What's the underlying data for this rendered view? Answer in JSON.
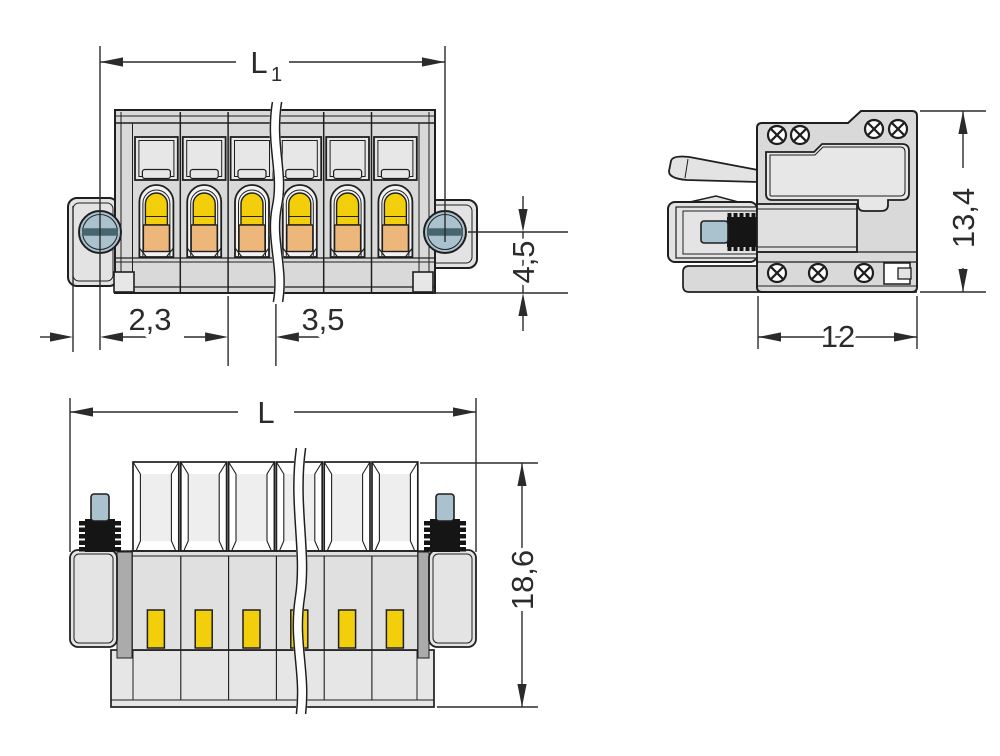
{
  "drawing": {
    "type": "technical-dimension-drawing",
    "views": {
      "front": "front-view",
      "side": "side-view",
      "bottom": "bottom-view"
    },
    "dimensions": {
      "l1_main": "L",
      "l1_sub": "1",
      "flange_offset": "2,3",
      "pole_pitch": "3,5",
      "screw_axis_height": "4,5",
      "side_height": "13,4",
      "side_depth": "12",
      "total_length": "L",
      "total_height": "18,6"
    },
    "colors": {
      "line": "#1f1f1f",
      "body_gray": "#d9d9d9",
      "contact_yellow": "#f3cf0b",
      "conductor_orange": "#edb77c",
      "screw_blue": "#a9c2ce",
      "slot_dark": "#47646f"
    }
  }
}
